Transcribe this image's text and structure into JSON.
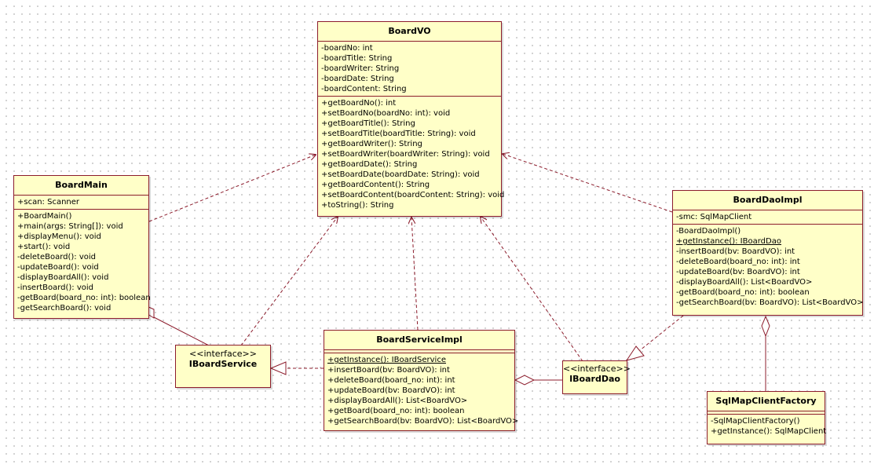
{
  "colors": {
    "class_fill": "#ffffc8",
    "border": "#8c1c2c",
    "grid_dot": "#c4c4c4"
  },
  "classes": {
    "board_vo": {
      "name": "BoardVO",
      "attributes": [
        "-boardNo: int",
        "-boardTitle: String",
        "-boardWriter: String",
        "-boardDate: String",
        "-boardContent: String"
      ],
      "operations": [
        "+getBoardNo(): int",
        "+setBoardNo(boardNo: int): void",
        "+getBoardTitle(): String",
        "+setBoardTitle(boardTitle: String): void",
        "+getBoardWriter(): String",
        "+setBoardWriter(boardWriter: String): void",
        "+getBoardDate(): String",
        "+setBoardDate(boardDate: String): void",
        "+getBoardContent(): String",
        "+setBoardContent(boardContent: String): void",
        "+toString(): String"
      ]
    },
    "board_main": {
      "name": "BoardMain",
      "attributes": [
        "+scan: Scanner"
      ],
      "operations": [
        "+BoardMain()",
        "+main(args: String[]): void",
        "+displayMenu(): void",
        "+start(): void",
        "-deleteBoard(): void",
        "-updateBoard(): void",
        "-displayBoardAll(): void",
        "-insertBoard(): void",
        "-getBoard(board_no: int): boolean",
        "-getSearchBoard(): void"
      ]
    },
    "board_dao_impl": {
      "name": "BoardDaoImpl",
      "attributes": [
        "-smc: SqlMapClient"
      ],
      "operations": [
        "-BoardDaoImpl()",
        "+getInstance(): IBoardDao",
        "-insertBoard(bv: BoardVO): int",
        "-deleteBoard(board_no: int): int",
        "-updateBoard(bv: BoardVO): int",
        "-displayBoardAll(): List<BoardVO>",
        "-getBoard(board_no: int): boolean",
        "-getSearchBoard(bv: BoardVO): List<BoardVO>"
      ]
    },
    "board_service_impl": {
      "name": "BoardServiceImpl",
      "operations": [
        "+getInstance(): IBoardService",
        "+insertBoard(bv: BoardVO): int",
        "+deleteBoard(board_no: int): int",
        "+updateBoard(bv: BoardVO): int",
        "+displayBoardAll(): List<BoardVO>",
        "+getBoard(board_no: int): boolean",
        "+getSearchBoard(bv: BoardVO): List<BoardVO>"
      ]
    },
    "sql_map_client_factory": {
      "name": "SqlMapClientFactory",
      "operations": [
        "-SqlMapClientFactory()",
        "+getInstance(): SqlMapClient"
      ]
    }
  },
  "interfaces": {
    "i_board_service": {
      "stereotype": "<<interface>>",
      "name": "IBoardService"
    },
    "i_board_dao": {
      "stereotype": "<<interface>>",
      "name": "IBoardDao"
    }
  },
  "relationships": [
    {
      "type": "dependency",
      "from": "BoardMain",
      "to": "BoardVO"
    },
    {
      "type": "dependency",
      "from": "IBoardService",
      "to": "BoardVO"
    },
    {
      "type": "dependency",
      "from": "BoardServiceImpl",
      "to": "BoardVO"
    },
    {
      "type": "dependency",
      "from": "IBoardDao",
      "to": "BoardVO"
    },
    {
      "type": "dependency",
      "from": "BoardDaoImpl",
      "to": "BoardVO"
    },
    {
      "type": "aggregation",
      "from": "BoardMain",
      "to": "IBoardService"
    },
    {
      "type": "realization",
      "from": "BoardServiceImpl",
      "to": "IBoardService"
    },
    {
      "type": "aggregation",
      "from": "BoardServiceImpl",
      "to": "IBoardDao"
    },
    {
      "type": "realization",
      "from": "BoardDaoImpl",
      "to": "IBoardDao"
    },
    {
      "type": "aggregation",
      "from": "BoardDaoImpl",
      "to": "SqlMapClientFactory"
    }
  ]
}
